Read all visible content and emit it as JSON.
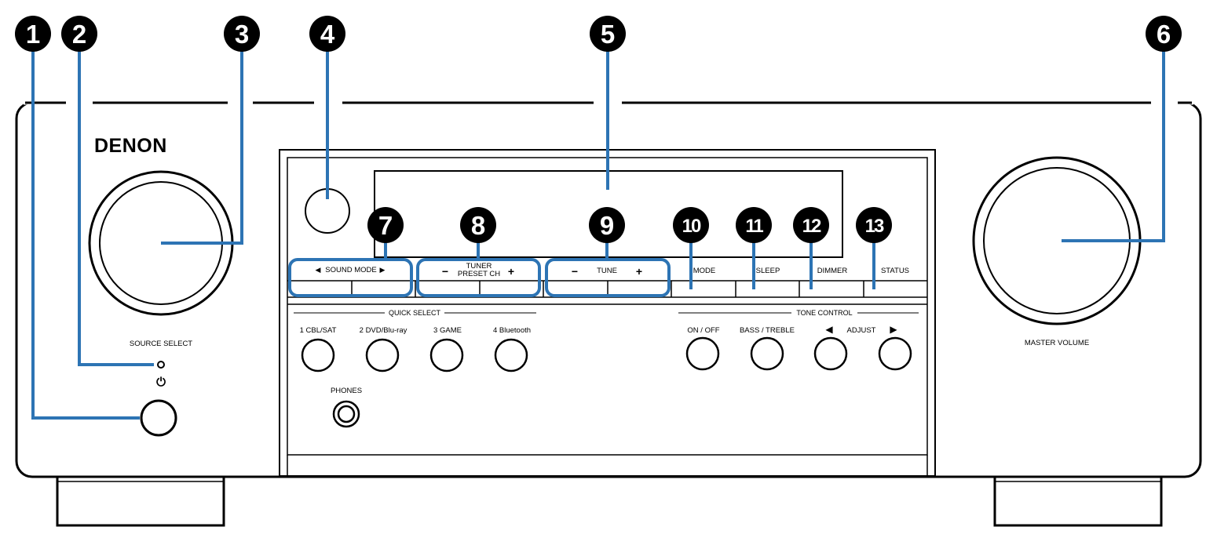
{
  "brand": "DENON",
  "labels": {
    "source_select": "SOURCE SELECT",
    "master_volume": "MASTER VOLUME",
    "power_symbol": "⏻",
    "sound_mode": "SOUND MODE",
    "tuner_line1": "TUNER",
    "tuner_line2": "PRESET CH",
    "tune": "TUNE",
    "minus": "−",
    "plus": "+",
    "left_arrow": "◀",
    "right_arrow": "▶",
    "mode": "MODE",
    "sleep": "SLEEP",
    "dimmer": "DIMMER",
    "status": "STATUS",
    "quick_select": "QUICK SELECT",
    "tone_control": "TONE CONTROL",
    "qs1": "1  CBL/SAT",
    "qs2": "2  DVD/Blu-ray",
    "qs3": "3  GAME",
    "qs4": "4  Bluetooth",
    "on_off": "ON / OFF",
    "bass_treble": "BASS / TREBLE",
    "adjust": "ADJUST",
    "phones": "PHONES"
  },
  "callouts": [
    "1",
    "2",
    "3",
    "4",
    "5",
    "6",
    "7",
    "8",
    "9",
    "10",
    "11",
    "12",
    "13"
  ],
  "colors": {
    "callout_line": "#2d74b4",
    "badge": "#000000",
    "outline": "#000000"
  }
}
